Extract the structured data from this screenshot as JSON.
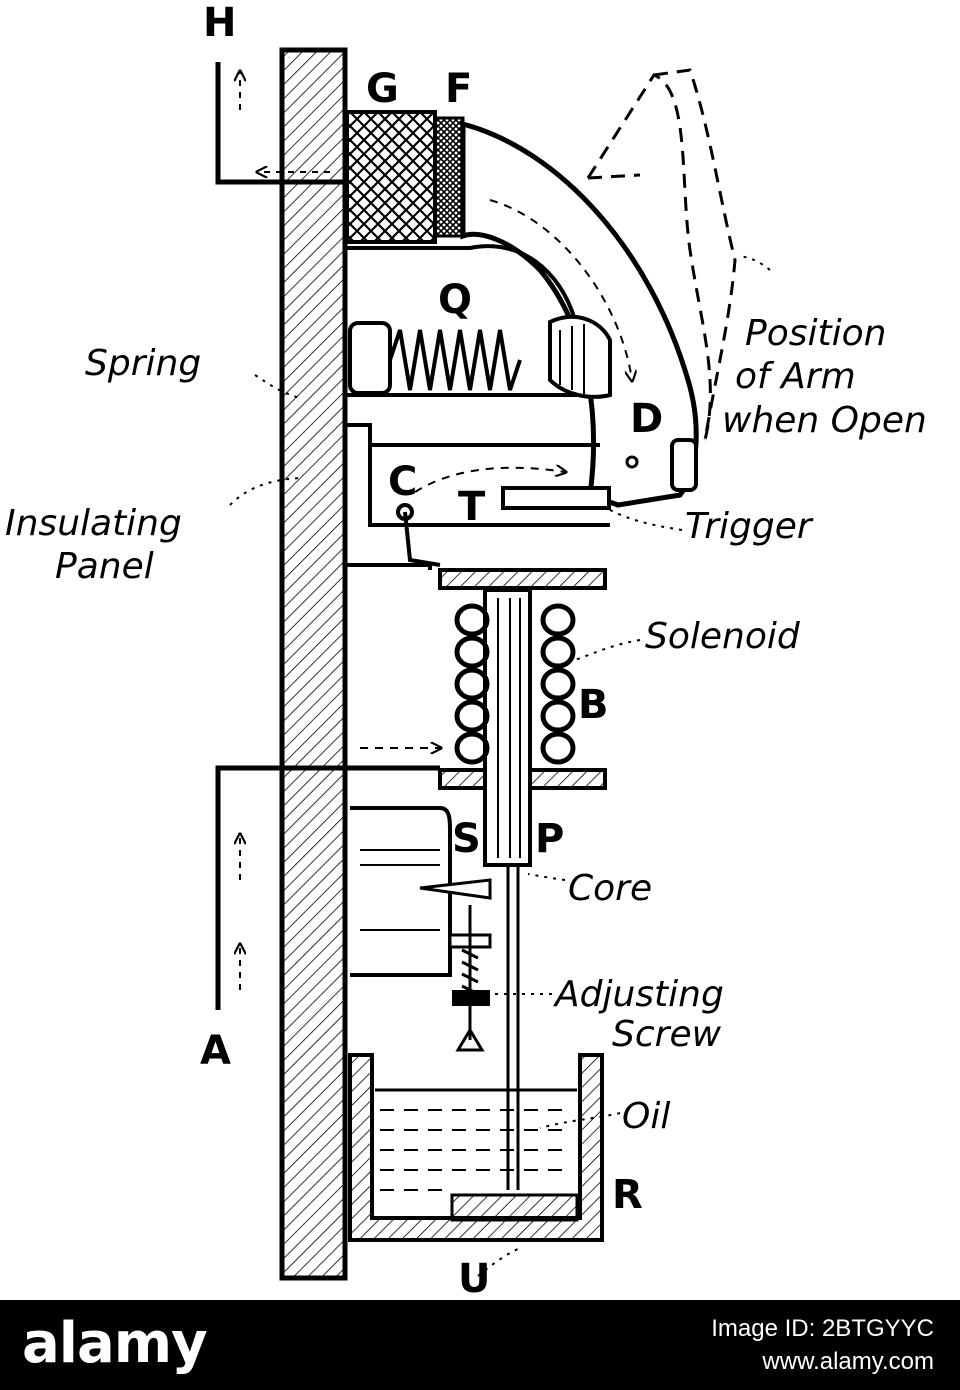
{
  "diagram": {
    "labels": {
      "H": "H",
      "G": "G",
      "F": "F",
      "Q": "Q",
      "D": "D",
      "C": "C",
      "T": "T",
      "B": "B",
      "S": "S",
      "P": "P",
      "A": "A",
      "R": "R",
      "U": "U"
    },
    "callouts": {
      "position_of_arm": [
        "Position",
        "of Arm",
        "when Open"
      ],
      "spring": "Spring",
      "insulating_panel": [
        "Insulating",
        "Panel"
      ],
      "trigger": "Trigger",
      "solenoid": "Solenoid",
      "core": "Core",
      "adjusting_screw": [
        "Adjusting",
        "Screw"
      ],
      "oil": "Oil"
    }
  },
  "stock_banner": {
    "logo": "alamy",
    "image_id_line": "Image ID: 2BTGYYC",
    "url": "www.alamy.com"
  },
  "colors": {
    "ink": "#000000",
    "paper": "#ffffff",
    "banner": "#000000"
  }
}
